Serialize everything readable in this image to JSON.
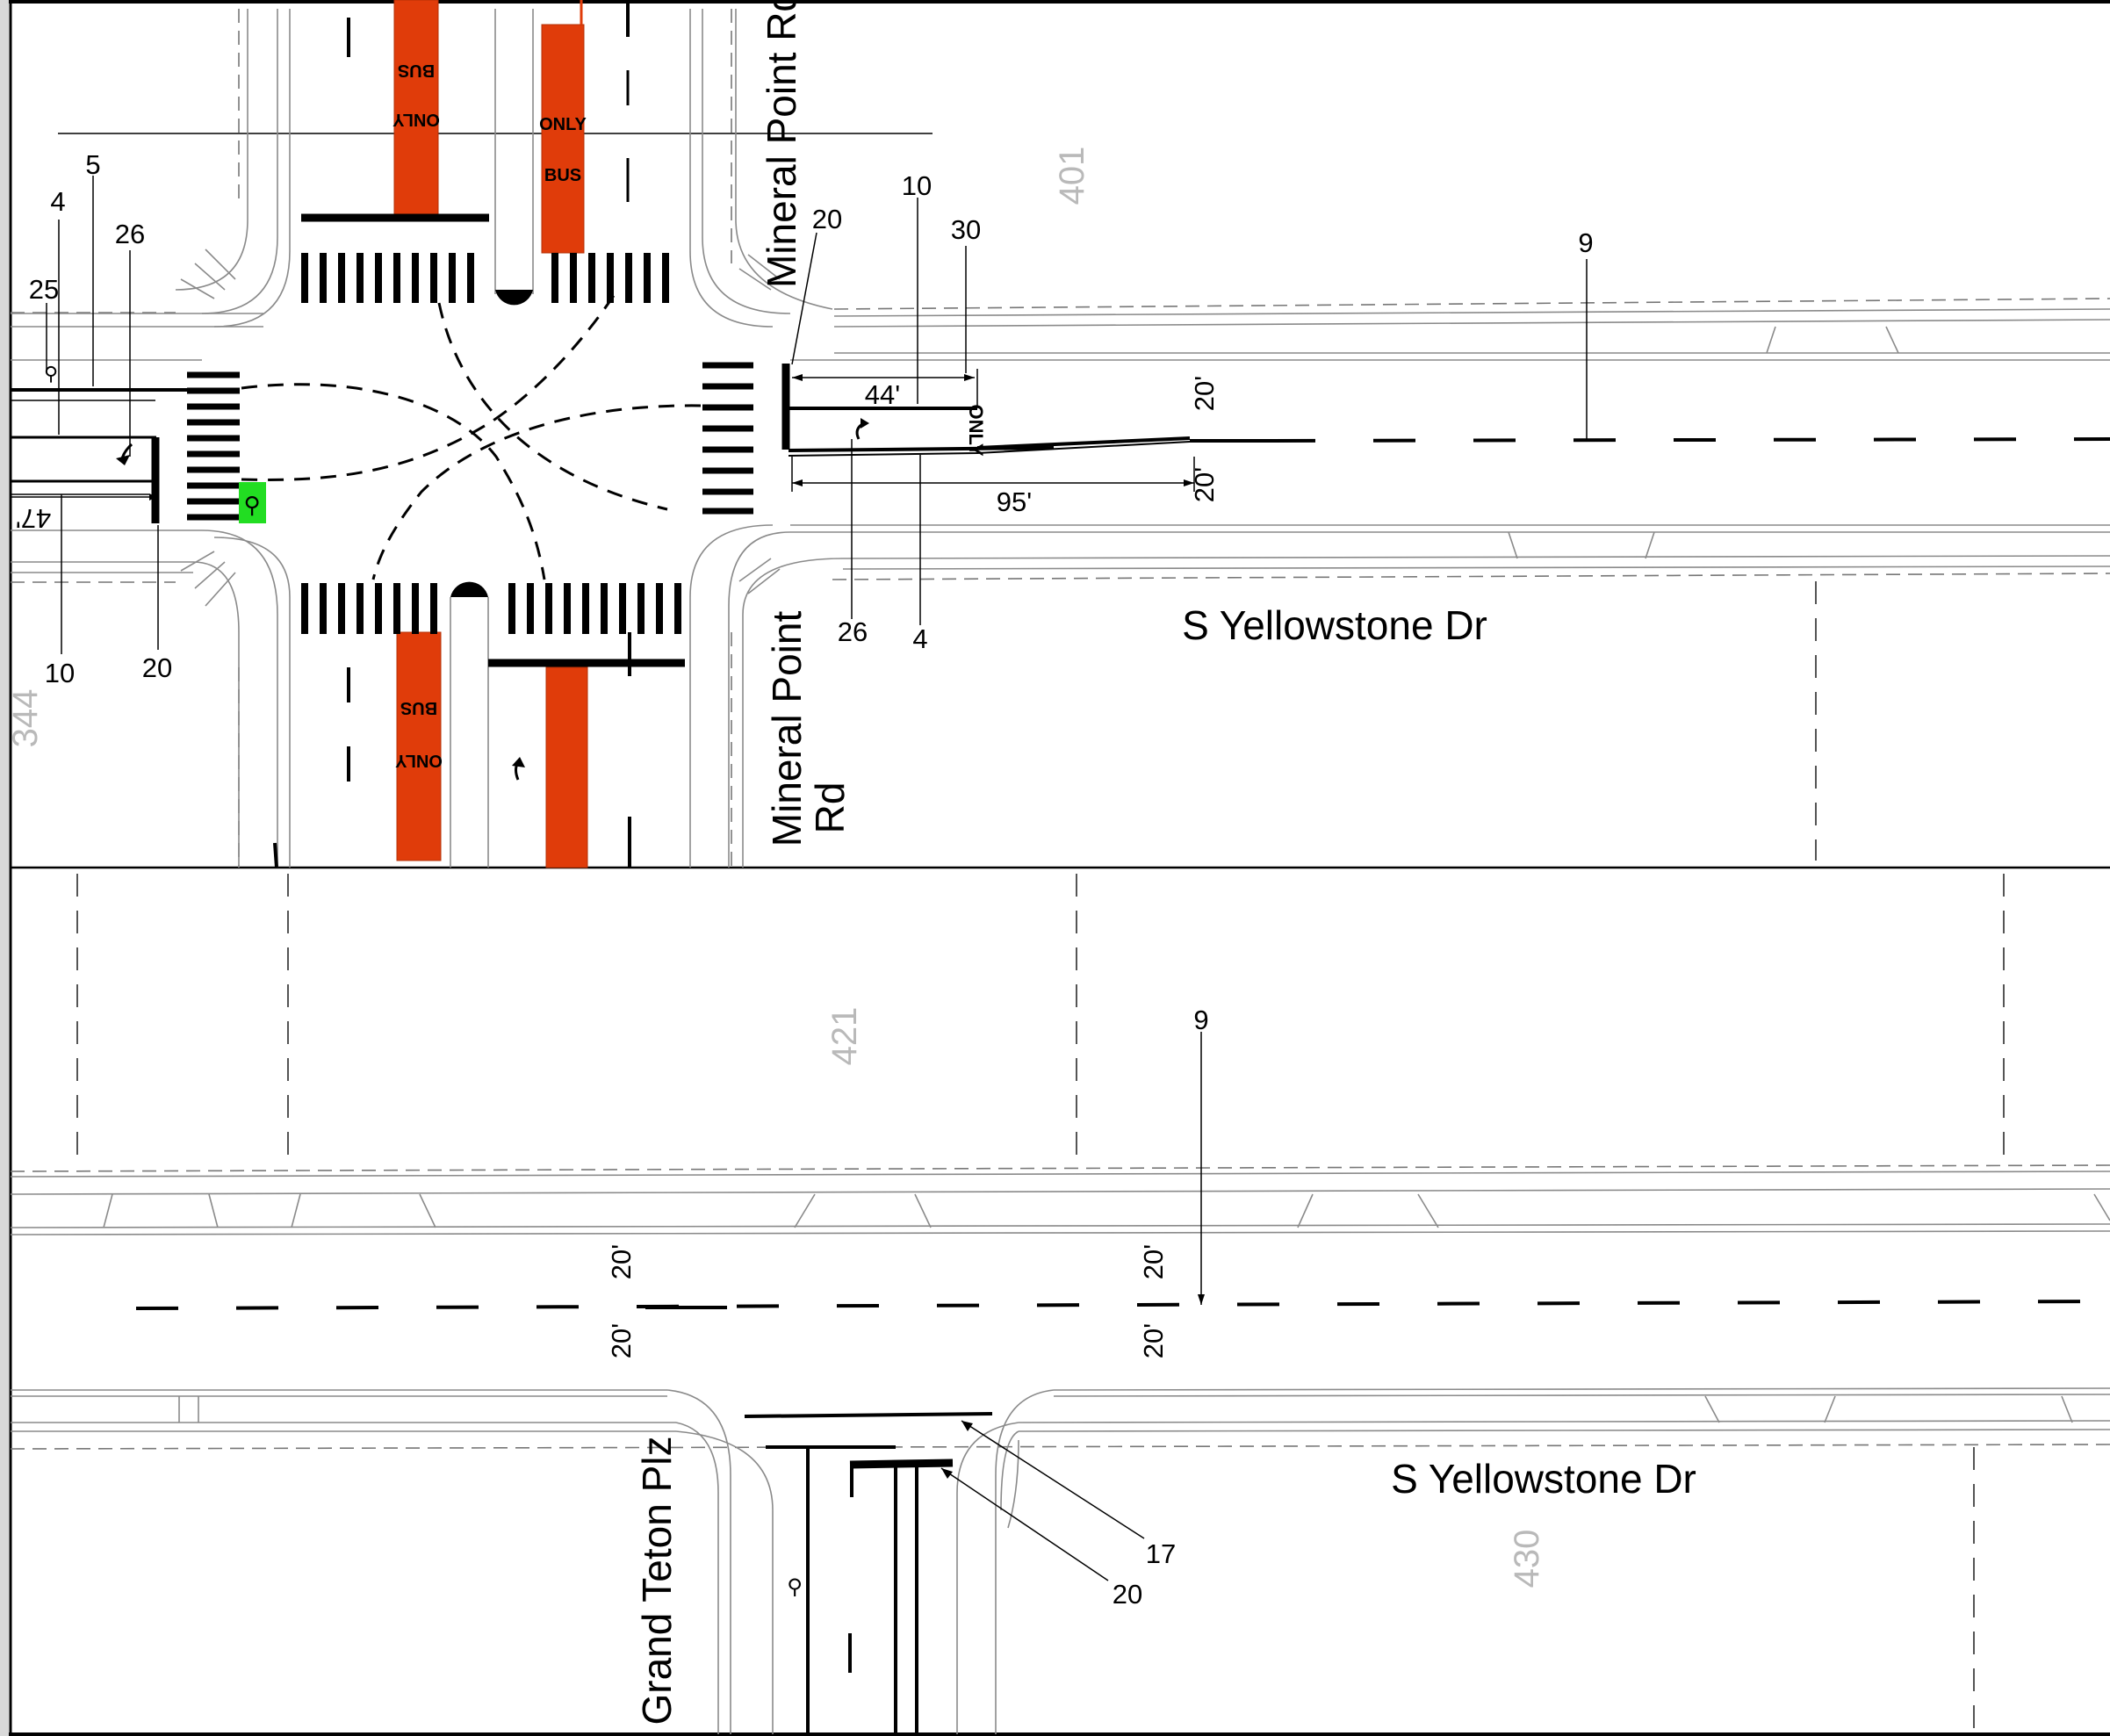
{
  "streets": {
    "yellowstone_top": "S Yellowstone Dr",
    "yellowstone_bottom": "S Yellowstone Dr",
    "mineral_point_north": "Mineral Point Rd",
    "mineral_point_south_line1": "Mineral Point",
    "mineral_point_south_line2": "Rd",
    "grand_teton": "Grand Teton Plz"
  },
  "parcels": {
    "p401": "401",
    "p344": "344",
    "p421": "421",
    "p430": "430"
  },
  "bus_markings": {
    "only": "ONLY",
    "bus": "BUS"
  },
  "pavement_marking": {
    "only": "ONLY"
  },
  "dimensions": {
    "d44": "44'",
    "d95": "95'",
    "d47": "47'",
    "d20": "20'"
  },
  "callouts": {
    "west_4": "4",
    "west_5": "5",
    "west_26": "26",
    "west_25": "25",
    "west_10": "10",
    "west_20": "20",
    "east_20": "20",
    "east_10": "10",
    "east_30": "30",
    "east_9": "9",
    "east_26": "26",
    "east_4": "4",
    "lower_9": "9",
    "lower_17": "17",
    "lower_20": "20"
  },
  "colors": {
    "bus_lane": "#e03c0a",
    "bike_box": "#22dd22",
    "sheet_background": "#ffffff",
    "linework": "#000000"
  }
}
